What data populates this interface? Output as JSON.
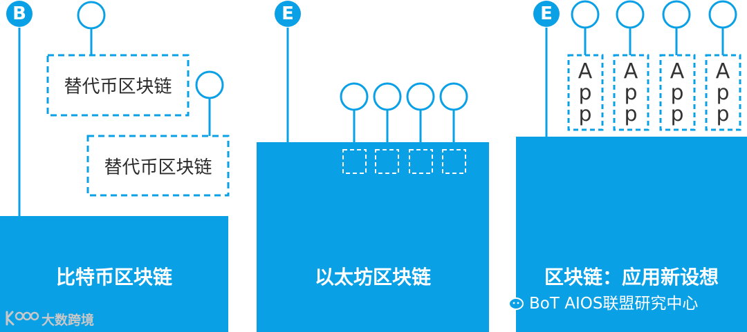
{
  "colors": {
    "primary_blue": "#0aa0e6",
    "text_dark": "#2b2b2b",
    "white": "#ffffff"
  },
  "panels": [
    {
      "badge": "B",
      "block_title": "比特币区块链",
      "sidechains": [
        "替代币区块链",
        "替代币区块链"
      ]
    },
    {
      "badge": "E",
      "block_title": "以太坊区块链",
      "contract_slots": 4
    },
    {
      "badge": "E",
      "block_title": "区块链：应用新设想",
      "apps": [
        [
          "A",
          "p",
          "p"
        ],
        [
          "A",
          "p",
          "p"
        ],
        [
          "A",
          "p",
          "p"
        ],
        [
          "A",
          "p",
          "p"
        ]
      ]
    }
  ],
  "watermark": {
    "wechat_icon": "wechat-icon",
    "text": "BoT AIOS联盟研究中心"
  },
  "brand": {
    "logo_icon": "bigdata-logo-icon",
    "text": "大数跨境"
  }
}
